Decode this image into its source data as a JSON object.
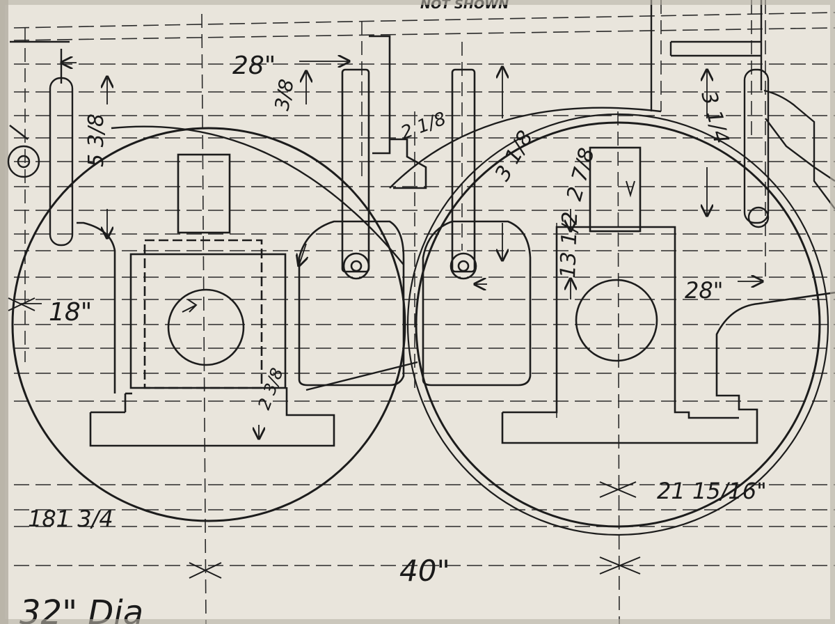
{
  "drawing": {
    "ink_color": "#1c1c1c",
    "paper_color": "#e9e5dc",
    "dimensions": {
      "top_partial": "NOT SHOWN",
      "d_28_top": "28\"",
      "d_5_3_8": "5 3/8",
      "d_3_8": "3/8",
      "d_2_1_8": "2 1/8",
      "d_3_1_8": "3 1/8",
      "d_2_7_8": "2 7/8",
      "d_3_4": "3 1/4",
      "d_13_1_2": "13 1/2",
      "d_28_right": "28\"",
      "d_18": "18\"",
      "d_2_3_8": "2 3/8",
      "d_181_3_4": "181 3/4",
      "d_21_15_16": "21 15/16\"",
      "d_40": "40\"",
      "d_32_dia": "32\" Dia"
    }
  }
}
